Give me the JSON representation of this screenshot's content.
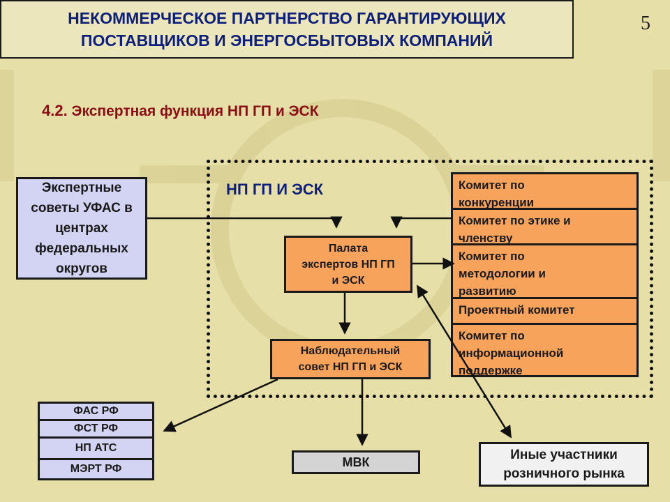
{
  "page_number": "5",
  "header": {
    "title_line1": "НЕКОММЕРЧЕСКОЕ ПАРТНЕРСТВО ГАРАНТИРУЮЩИХ",
    "title_line2": "ПОСТАВЩИКОВ И ЭНЕРГОСБЫТОВЫХ КОМПАНИЙ"
  },
  "section": {
    "number": "4.2.",
    "title": "Экспертная функция НП ГП и ЭСК"
  },
  "org_label": "НП ГП И ЭСК",
  "expert_councils": {
    "line1": "Экспертные",
    "line2": "советы УФАС в",
    "line3": "центрах",
    "line4": "федеральных",
    "line5": "округов"
  },
  "chamber": {
    "line1": "Палата",
    "line2": "экспертов НП ГП",
    "line3": "и ЭСК"
  },
  "supervisory": {
    "line1": "Наблюдательный",
    "line2": "совет НП ГП и ЭСК"
  },
  "committees": [
    {
      "line1": "Комитет по",
      "line2": "конкуренции"
    },
    {
      "line1": "Комитет по этике и",
      "line2": "членству"
    },
    {
      "line1": "Комитет по",
      "line2": "методологии и",
      "line3": "развитию"
    },
    {
      "line1": "Проектный комитет"
    },
    {
      "line1": "Комитет по",
      "line2": "информационной",
      "line3": "поддержке"
    }
  ],
  "regulators": [
    "ФАС РФ",
    "ФСТ РФ",
    "НП АТС",
    "МЭРТ РФ"
  ],
  "mvk": "МВК",
  "others": {
    "line1": "Иные участники",
    "line2": "розничного рынка"
  },
  "colors": {
    "background": "#e7dfa8",
    "title_text": "#0d1f78",
    "subtitle_text": "#8a0e14",
    "orange_box": "#f7a35c",
    "blue_box": "#d3d4f3",
    "grey_box": "#d4d4d4"
  }
}
